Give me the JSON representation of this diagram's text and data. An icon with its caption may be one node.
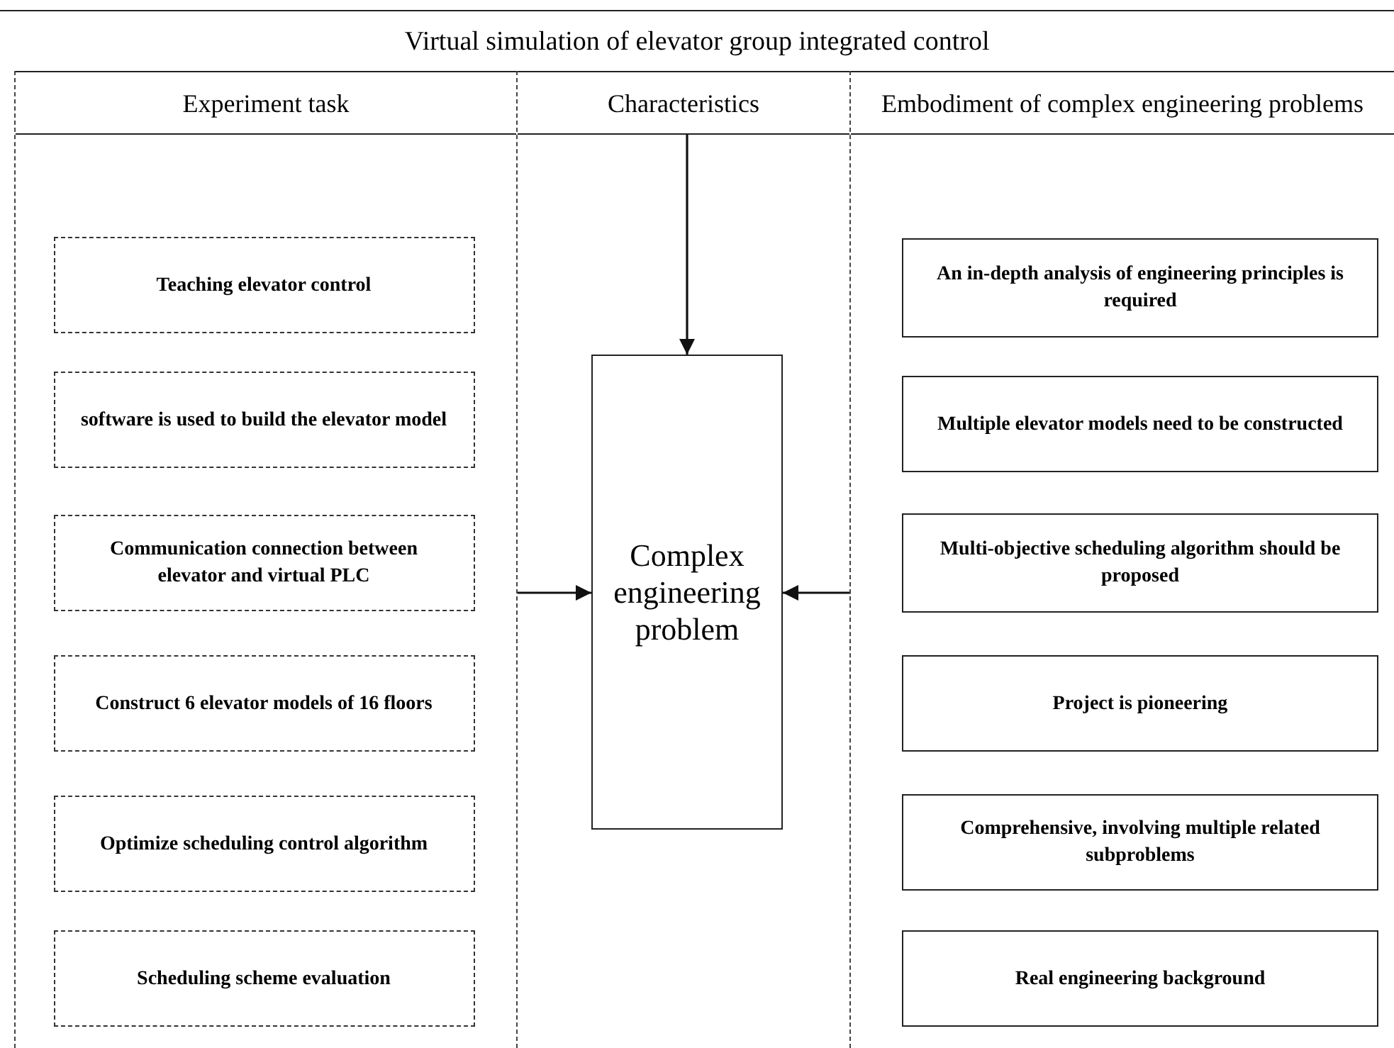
{
  "diagram": {
    "title": "Virtual simulation of elevator group integrated control",
    "nodes": [
      {
        "text": [
          "Experiment task"
        ]
      },
      {
        "text": [
          "Teaching elevator control"
        ],
        "in": 0
      },
      {
        "text": [
          "software is used to build the elevator model"
        ],
        "in": 0
      },
      {
        "text": [
          "Communication connection between elevator and virtual PLC"
        ],
        "in": 0
      },
      {
        "text": [
          "Construct 6 elevator models of 16 floors"
        ],
        "in": 0
      },
      {
        "text": [
          "Optimize scheduling control algorithm"
        ],
        "in": 0
      },
      {
        "text": [
          "Scheduling scheme evaluation"
        ],
        "in": 0
      },
      {
        "text": [
          "Characteristics"
        ]
      },
      {
        "text": [
          "Complex engineering problem"
        ],
        "in": 7
      },
      {
        "text": [
          "Embodiment of complex engineering problems"
        ]
      },
      {
        "text": [
          "An in-depth analysis of engineering principles is required"
        ],
        "in": 9
      },
      {
        "text": [
          "Multiple elevator models need to be constructed"
        ],
        "in": 9
      },
      {
        "text": [
          "Multi-objective scheduling algorithm should be proposed"
        ],
        "in": 9
      },
      {
        "text": [
          "Project is pioneering"
        ],
        "in": 9
      },
      {
        "text": [
          "Comprehensive, involving multiple related subproblems"
        ],
        "in": 9
      },
      {
        "text": [
          "Real engineering background"
        ],
        "in": 9
      }
    ],
    "edges": [
      {
        "from": 7,
        "to": 8,
        "arrow": "to"
      },
      {
        "from": 0,
        "to": 8,
        "arrow": "to"
      },
      {
        "from": 9,
        "to": 8,
        "arrow": "to"
      }
    ]
  }
}
